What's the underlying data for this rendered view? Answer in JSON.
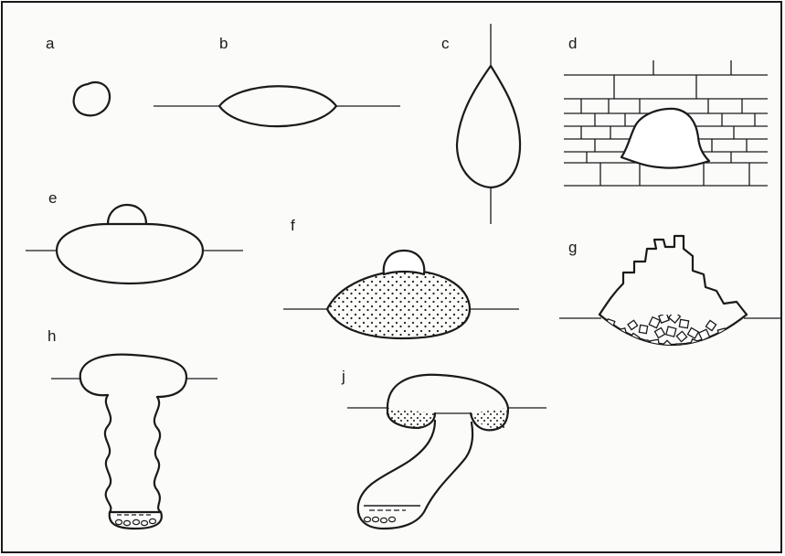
{
  "panels": [
    {
      "id": "a",
      "label": "a"
    },
    {
      "id": "b",
      "label": "b"
    },
    {
      "id": "c",
      "label": "c"
    },
    {
      "id": "d",
      "label": "d"
    },
    {
      "id": "e",
      "label": "e"
    },
    {
      "id": "f",
      "label": "f"
    },
    {
      "id": "g",
      "label": "g"
    },
    {
      "id": "h",
      "label": "h"
    },
    {
      "id": "j",
      "label": "j"
    }
  ],
  "colors": {
    "ink": "#1a1a1a",
    "paper": "#fbfbfa"
  }
}
